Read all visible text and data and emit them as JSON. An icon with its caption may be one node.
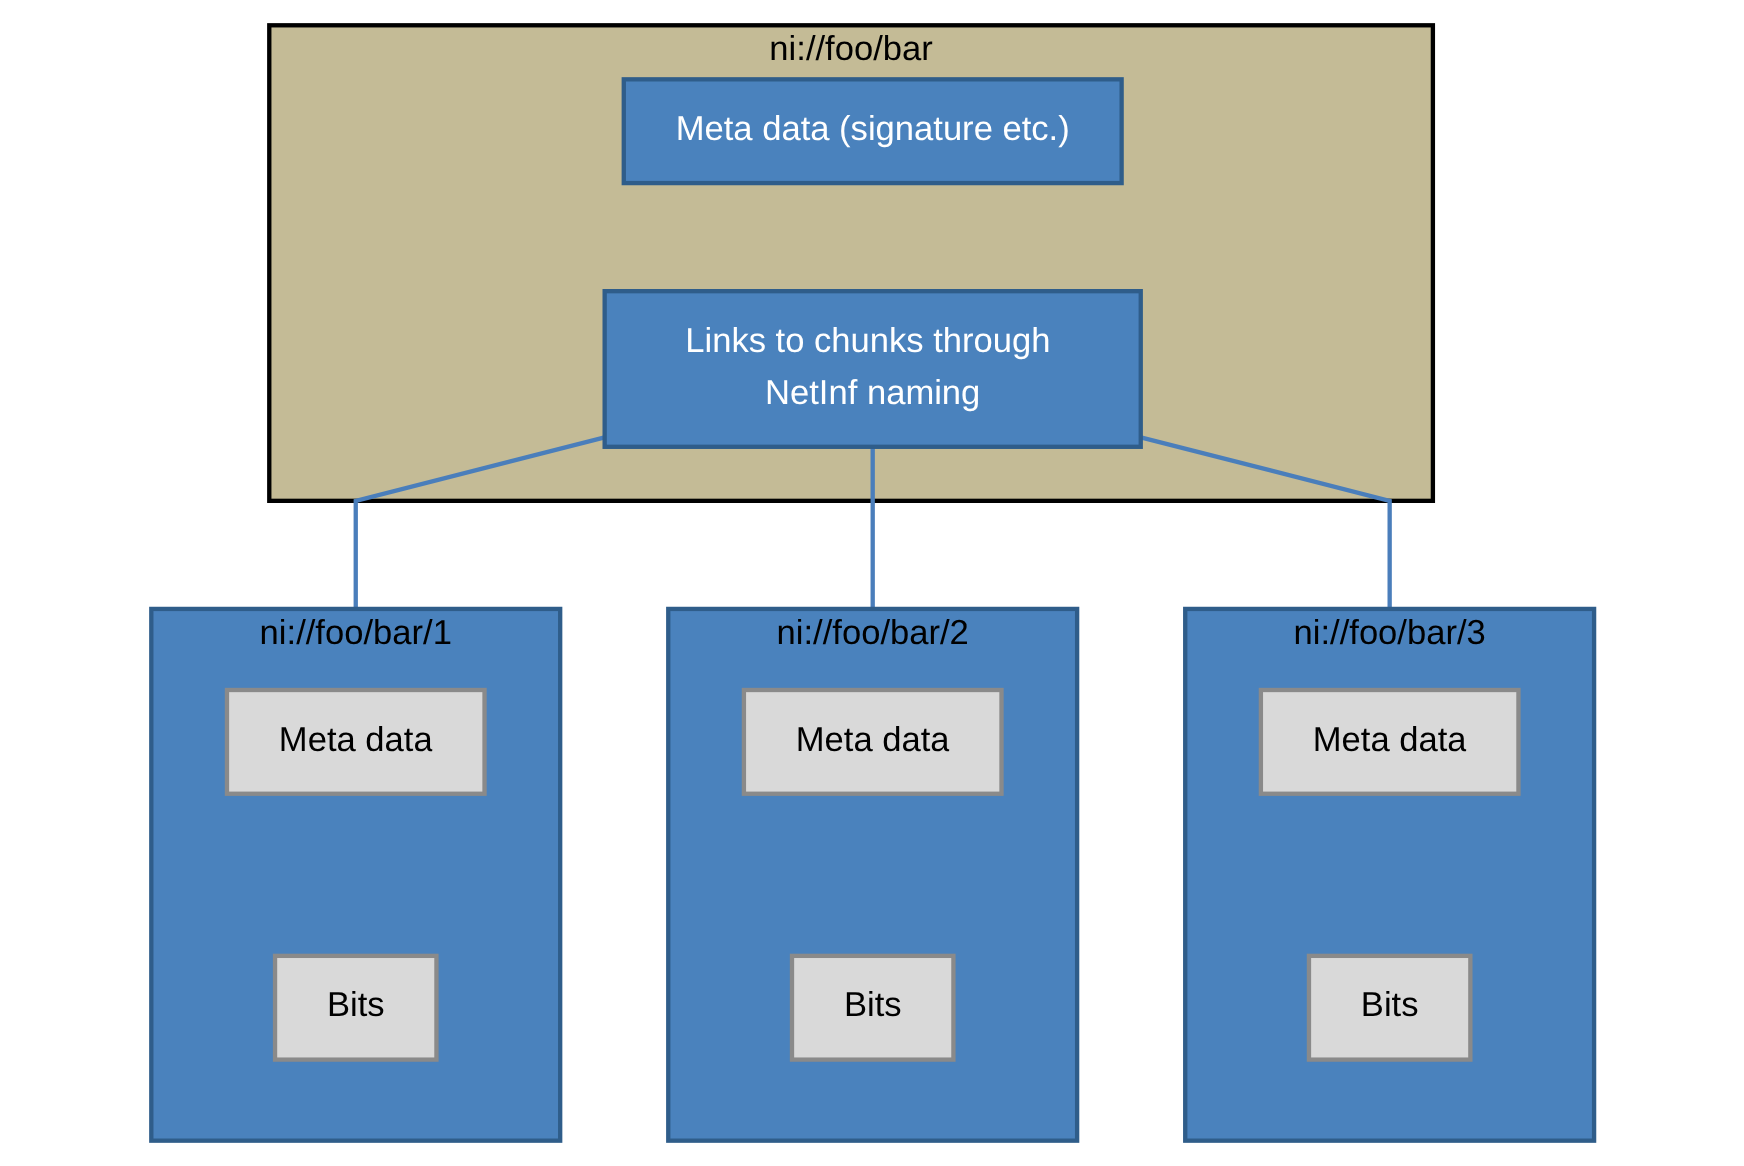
{
  "diagram": {
    "nodes": [
      {
        "text": [
          "ni://foo/bar"
        ]
      },
      {
        "text": [
          "Meta data (signature etc.)"
        ],
        "in": 0
      },
      {
        "text": [
          "Links to chunks through NetInf naming"
        ],
        "in": 0
      },
      {
        "text": [
          "ni://foo/bar/1"
        ]
      },
      {
        "text": [
          "Meta data"
        ],
        "in": 3
      },
      {
        "text": [
          "Bits"
        ],
        "in": 3
      },
      {
        "text": [
          "ni://foo/bar/2"
        ]
      },
      {
        "text": [
          "Meta data"
        ],
        "in": 6
      },
      {
        "text": [
          "Bits"
        ],
        "in": 6
      },
      {
        "text": [
          "ni://foo/bar/3"
        ]
      },
      {
        "text": [
          "Meta data"
        ],
        "in": 9
      },
      {
        "text": [
          "Bits"
        ],
        "in": 9
      }
    ],
    "edges": [
      {
        "from": 2,
        "to": 3,
        "arrow": "none"
      },
      {
        "from": 2,
        "to": 6,
        "arrow": "none"
      },
      {
        "from": 2,
        "to": 9,
        "arrow": "none"
      }
    ]
  }
}
